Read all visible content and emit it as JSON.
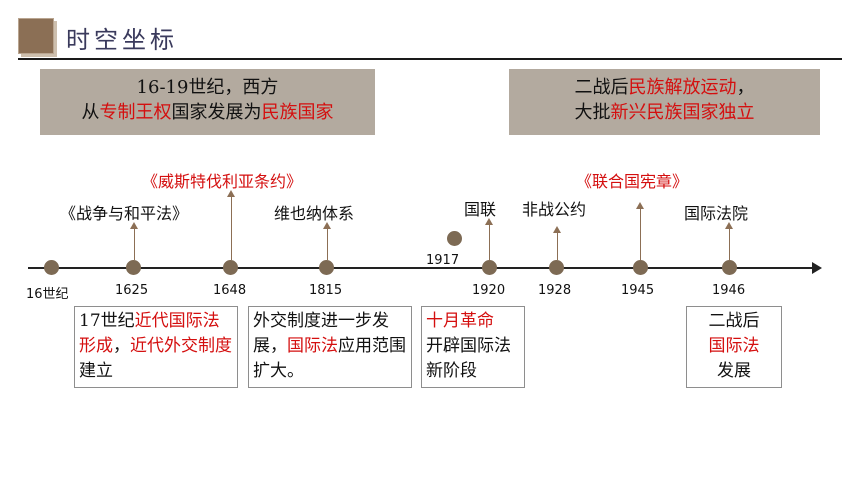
{
  "header": {
    "title": "时空坐标"
  },
  "banners": {
    "left": {
      "line1": "16-19世纪，西方",
      "line2": [
        "从",
        "专制王权",
        "国家发展为",
        "民族国家"
      ]
    },
    "right": {
      "line1": [
        "二战后",
        "民族解放运动",
        "，"
      ],
      "line2": [
        "大批",
        "新兴民族国家独立"
      ]
    }
  },
  "treaties": {
    "war_peace_law": "《战争与和平法》",
    "westphalia": "《威斯特伐利亚条约》",
    "vienna": "维也纳体系",
    "league": "国联",
    "kellogg": "非战公约",
    "un_charter": "《联合国宪章》",
    "icj": "国际法院"
  },
  "timeline": {
    "years": [
      "16世纪",
      "1625",
      "1648",
      "1815",
      "1917",
      "1920",
      "1928",
      "1945",
      "1946"
    ]
  },
  "notes": {
    "n1": [
      "17世纪",
      "近代国际法形成",
      "，",
      "近代外交制度",
      "建立"
    ],
    "n2": [
      "外交制度进一步发展，",
      "国际法",
      "应用范围扩大。"
    ],
    "n3": [
      "十月革命",
      "开辟国际法新阶段"
    ],
    "n4": [
      "二战后",
      "国际法",
      "发展"
    ]
  },
  "colors": {
    "accent_red": "#d40f0f",
    "banner_bg": "#b3aa9f",
    "dot": "#7d6a54"
  }
}
